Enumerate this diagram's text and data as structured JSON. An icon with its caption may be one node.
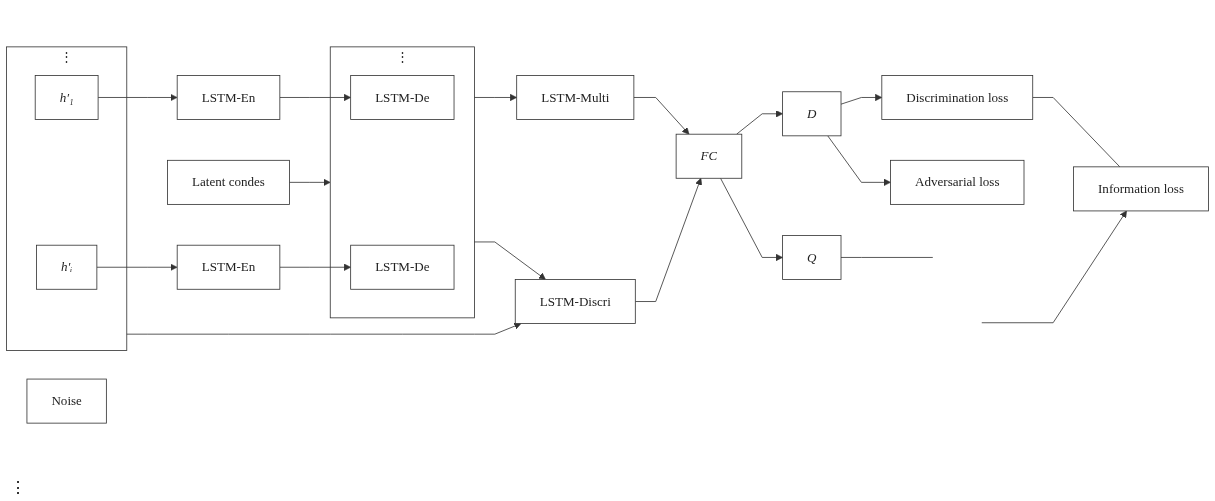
{
  "diagram": {
    "nodes": [
      {
        "text": [
          "Noise"
        ]
      },
      {
        "text": [
          "Latent condes"
        ]
      },
      {
        "text": [
          "⋮"
        ]
      },
      {
        "text": [
          "h′₁"
        ],
        "in": 2
      },
      {
        "text": [
          "h′ᵢ"
        ],
        "in": 2
      },
      {
        "text": [
          "LSTM-En"
        ]
      },
      {
        "text": [
          "LSTM-En"
        ]
      },
      {
        "text": [
          "⋮"
        ]
      },
      {
        "text": [
          "LSTM-De"
        ],
        "in": 7
      },
      {
        "text": [
          "LSTM-De"
        ],
        "in": 7
      },
      {
        "text": [
          "LSTM-Multi"
        ]
      },
      {
        "text": [
          "LSTM-Discri"
        ]
      },
      {
        "text": [
          "FC"
        ]
      },
      {
        "text": [
          "Q"
        ]
      },
      {
        "text": [
          "D"
        ]
      },
      {
        "text": [
          "Discrimination loss"
        ]
      },
      {
        "text": [
          "Adversarial loss"
        ]
      },
      {
        "text": [
          "Information loss"
        ]
      }
    ],
    "edges": [
      {
        "from": 1,
        "to": 7,
        "arrow": "to"
      },
      {
        "from": 3,
        "to": 5,
        "arrow": "to"
      },
      {
        "from": 4,
        "to": 6,
        "arrow": "to"
      },
      {
        "from": 5,
        "to": 8,
        "arrow": "to"
      },
      {
        "from": 6,
        "to": 9,
        "arrow": "to"
      },
      {
        "from": 7,
        "to": 10,
        "arrow": "to"
      },
      {
        "from": 7,
        "to": 11,
        "arrow": "to"
      },
      {
        "from": 2,
        "to": 11,
        "arrow": "to"
      },
      {
        "from": 10,
        "to": 12,
        "arrow": "to"
      },
      {
        "from": 11,
        "to": 12,
        "arrow": "to"
      },
      {
        "from": 12,
        "to": 13,
        "arrow": "to"
      },
      {
        "from": 12,
        "to": 14,
        "arrow": "to"
      },
      {
        "from": 14,
        "to": 15,
        "arrow": "to"
      },
      {
        "from": 14,
        "to": 16,
        "arrow": "to"
      },
      {
        "from": 15,
        "to": 17,
        "arrow": "none"
      },
      {
        "from": 13,
        "to": null,
        "arrow": "none"
      },
      {
        "from": null,
        "to": 17,
        "arrow": "to"
      }
    ],
    "labels": [
      "⋮"
    ]
  }
}
